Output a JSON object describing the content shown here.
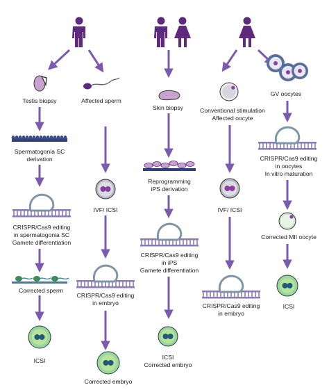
{
  "colors": {
    "person": "#5e2a7e",
    "arrow": "#7a5bb0",
    "cell_outer": "#9ad6a0",
    "cell_inner": "#b7e39a",
    "nucleus": "#1f5a78",
    "dna": "#8a7ab8",
    "cas9": "#7f95a8",
    "sperm": "#5e2a7e",
    "oocyte_zp": "#a8b4c4",
    "skin": "#c9a3cf",
    "ips": "#c9a3cf"
  },
  "icons": [
    "male-person-icon",
    "female-person-icon",
    "testis-icon",
    "sperm-icon",
    "skin-icon",
    "oocyte-icon",
    "gv-oocyte-cluster-icon",
    "dna-cas9-icon",
    "embryo-icon",
    "zygote-icon"
  ],
  "labels": {
    "testis_biopsy": "Testis biopsy",
    "affected_sperm": "Affected sperm",
    "skin_biopsy": "Skin biopsy",
    "conventional_1": "Conventional stimulation",
    "conventional_2": "Affected oocyte",
    "gv_oocytes": "GV oocytes",
    "spermatogonia_1": "Spermatogonia SC",
    "spermatogonia_2": "derivation",
    "crispr_sc_1": "CRISPR/Cas9 editing",
    "crispr_sc_2": "in spermatogonia SC",
    "crispr_sc_3": "Gamete differentiation",
    "corrected_sperm": "Corrected sperm",
    "icsi_col1": "ICSI",
    "ivf_icsi_col2": "IVF/ ICSI",
    "crispr_embryo_1": "CRISPR/Cas9 editing",
    "crispr_embryo_2": "in embryo",
    "corrected_embryo_col2": "Corrected embryo",
    "reprog_1": "Reprogramming",
    "reprog_2": "iPS derivation",
    "crispr_ips_1": "CRISPR/Cas9 editing",
    "crispr_ips_2": "in iPS",
    "crispr_ips_3": "Gamete differentiation",
    "icsi_col3_1": "ICSI",
    "icsi_col3_2": "Corrected embryo",
    "ivf_icsi_col4": "IVF/ ICSI",
    "crispr_embryo4_1": "CRISPR/Cas9 editing",
    "crispr_embryo4_2": "in embryo",
    "crispr_oocyte_1": "CRISPR/Cas9 editing",
    "crispr_oocyte_2": "in oocytes",
    "crispr_oocyte_3": "In vitro maturation",
    "corrected_mii": "Corrected MII oocyte",
    "icsi_col5": "ICSI"
  }
}
